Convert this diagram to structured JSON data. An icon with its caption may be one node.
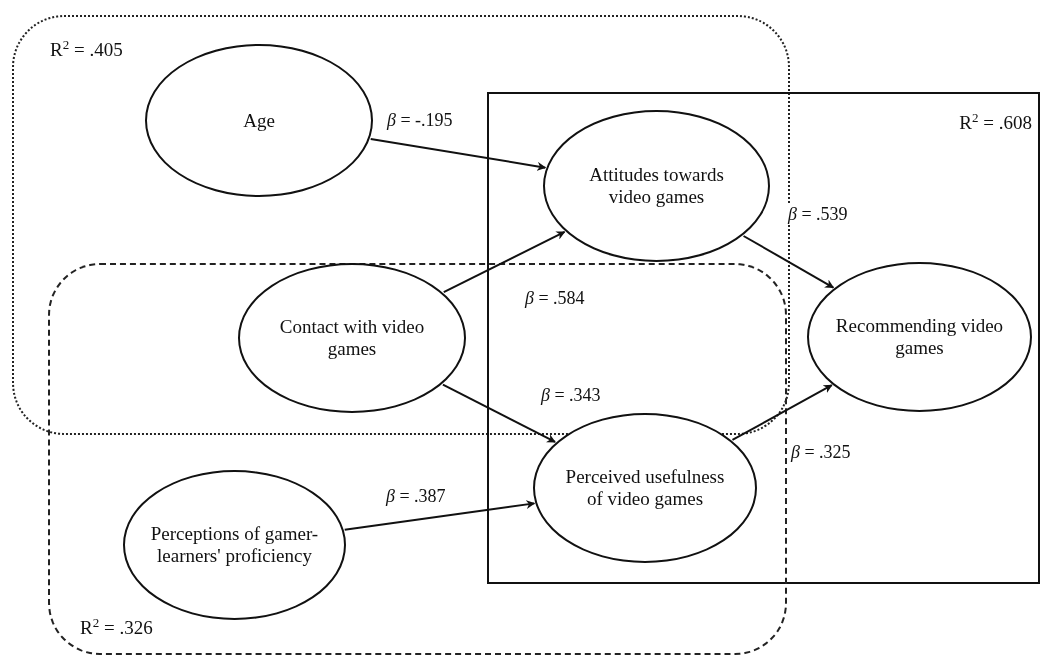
{
  "diagram": {
    "nodes": [
      {
        "text": [
          "R$^{2}$ = .405"
        ]
      },
      {
        "text": [
          "Age"
        ],
        "in": 0
      },
      {
        "text": [
          "R$^{2}$ = .608"
        ]
      },
      {
        "text": [
          "Attitudes towards video games"
        ]
      },
      {
        "text": [
          "R$^{2}$ = .326"
        ]
      },
      {
        "text": [
          "Contact with video games"
        ]
      },
      {
        "text": [
          "Recommending video games"
        ],
        "in": 2
      },
      {
        "text": [
          "Perceived usefulness of video games"
        ]
      },
      {
        "text": [
          "Perceptions of gamer-learners' proficiency"
        ],
        "in": 4
      }
    ],
    "edges": [
      {
        "from": 1,
        "to": 3,
        "arrow": "to",
        "label": "*β* = -.195"
      },
      {
        "from": 5,
        "to": 3,
        "arrow": "to",
        "label": "*β* = .584"
      },
      {
        "from": 3,
        "to": 6,
        "arrow": "to",
        "label": "*β* = .539"
      },
      {
        "from": 5,
        "to": 7,
        "arrow": "to",
        "label": "*β* = .343"
      },
      {
        "from": 7,
        "to": 6,
        "arrow": "to",
        "label": "*β* = .325"
      },
      {
        "from": 8,
        "to": 7,
        "arrow": "to",
        "label": "*β* = .387"
      }
    ]
  }
}
